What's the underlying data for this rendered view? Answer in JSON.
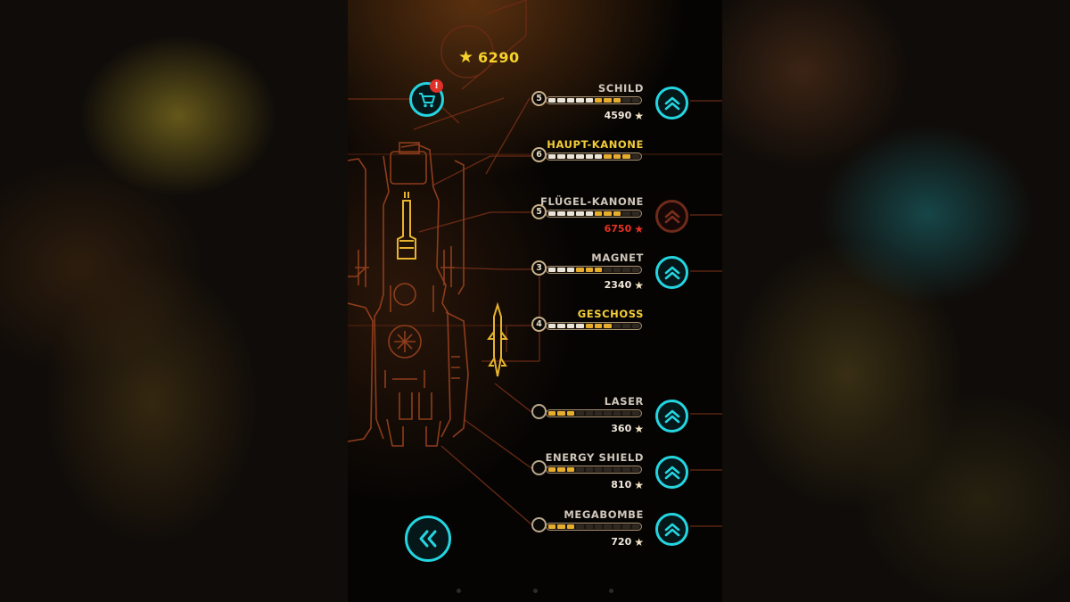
{
  "header": {
    "stars_total": "6290"
  },
  "icons": {
    "shop": "cart-icon",
    "back": "double-chevron-left-icon",
    "upgrade": "double-chevron-up-icon",
    "currency": "star-icon"
  },
  "shop": {
    "badge": "!"
  },
  "colors": {
    "accent_cyan": "#24d5e0",
    "currency_gold": "#f6d12c",
    "highlight_label": "#f4cd38",
    "insufficient_red": "#e53223",
    "blueprint_line": "#6b2a14"
  },
  "upgrades": [
    {
      "name": "SCHILD",
      "level": "5",
      "filled": 5,
      "cost": "4590",
      "available": true,
      "affordable": true,
      "highlight": false
    },
    {
      "name": "HAUPT-KANONE",
      "level": "6",
      "filled": 6,
      "cost": "",
      "available": false,
      "affordable": true,
      "highlight": true
    },
    {
      "name": "FLÜGEL-KANONE",
      "level": "5",
      "filled": 5,
      "cost": "6750",
      "available": true,
      "affordable": false,
      "highlight": false
    },
    {
      "name": "MAGNET",
      "level": "3",
      "filled": 3,
      "cost": "2340",
      "available": true,
      "affordable": true,
      "highlight": false
    },
    {
      "name": "GESCHOSS",
      "level": "4",
      "filled": 4,
      "cost": "",
      "available": false,
      "affordable": true,
      "highlight": true
    },
    {
      "name": "LASER",
      "level": "",
      "filled": 0,
      "cost": "360",
      "available": true,
      "affordable": true,
      "highlight": false
    },
    {
      "name": "ENERGY SHIELD",
      "level": "",
      "filled": 0,
      "cost": "810",
      "available": true,
      "affordable": true,
      "highlight": false
    },
    {
      "name": "MEGABOMBE",
      "level": "",
      "filled": 0,
      "cost": "720",
      "available": true,
      "affordable": true,
      "highlight": false
    }
  ]
}
